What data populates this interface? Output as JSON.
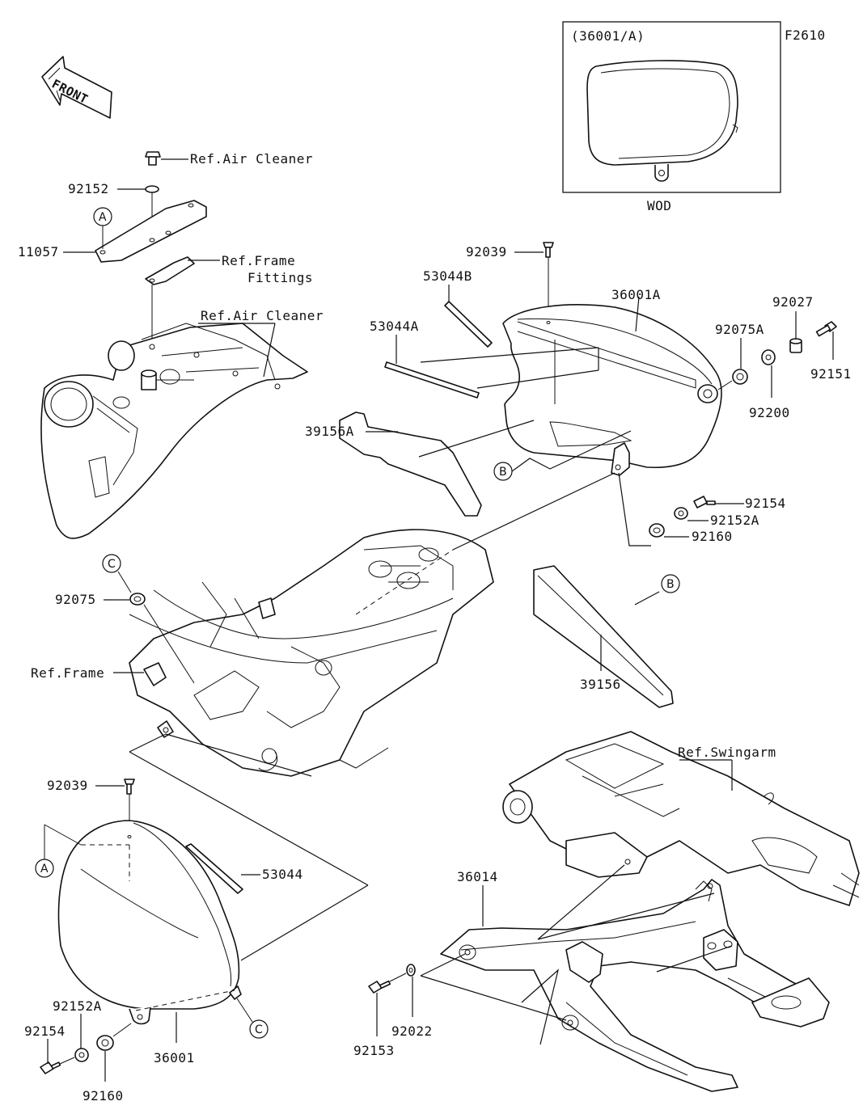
{
  "figure_code": "F2610",
  "front_label": "FRONT",
  "inset": {
    "title": "(36001/A)",
    "caption": "WOD"
  },
  "callouts": {
    "A": "A",
    "B": "B",
    "C": "C"
  },
  "parts": {
    "p92152": "92152",
    "p11057": "11057",
    "p92039_top": "92039",
    "p53044B": "53044B",
    "p53044A": "53044A",
    "p36001A": "36001A",
    "p92075A": "92075A",
    "p92027": "92027",
    "p92151": "92151",
    "p92200": "92200",
    "p39156A": "39156A",
    "p92154_top": "92154",
    "p92152A_top": "92152A",
    "p92160_top": "92160",
    "p92075": "92075",
    "p39156": "39156",
    "p92039_bot": "92039",
    "p53044": "53044",
    "p36014": "36014",
    "p92152A_bot": "92152A",
    "p92154_bot": "92154",
    "p36001": "36001",
    "p92160_bot": "92160",
    "p92153": "92153",
    "p92022": "92022"
  },
  "references": {
    "air_cleaner_1": "Ref.Air Cleaner",
    "frame_fittings_1": "Ref.Frame",
    "frame_fittings_2": "Fittings",
    "air_cleaner_2": "Ref.Air Cleaner",
    "frame": "Ref.Frame",
    "swingarm": "Ref.Swingarm"
  }
}
